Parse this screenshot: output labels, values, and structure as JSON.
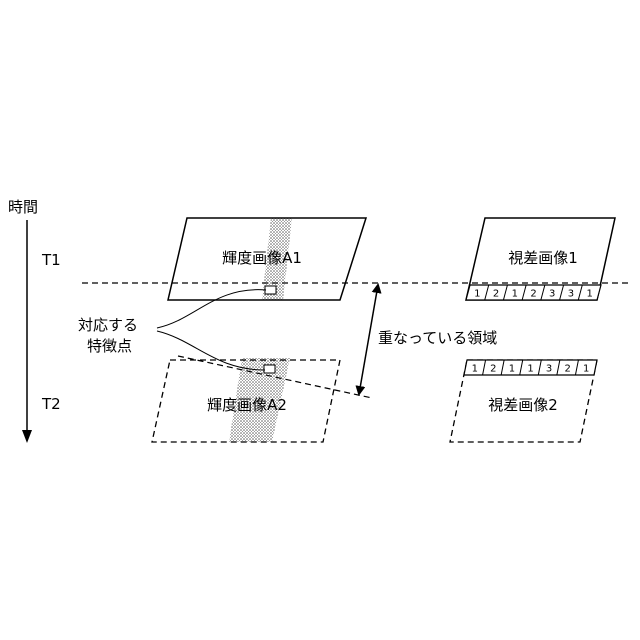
{
  "time_axis": {
    "label": "時間",
    "t1": "T1",
    "t2": "T2"
  },
  "frames": {
    "luminance_a1": "輝度画像A1",
    "luminance_a2": "輝度画像A2",
    "parallax_1": "視差画像1",
    "parallax_2": "視差画像2"
  },
  "annotations": {
    "feature_points_line1": "対応する",
    "feature_points_line2": "特徴点",
    "overlap_region": "重なっている領域"
  },
  "parallax_1_cells": [
    "1",
    "2",
    "1",
    "2",
    "3",
    "3",
    "1"
  ],
  "parallax_2_cells": [
    "1",
    "2",
    "1",
    "1",
    "3",
    "2",
    "1"
  ],
  "colors": {
    "line": "#000000",
    "stipple": "#555555",
    "background": "#ffffff"
  }
}
